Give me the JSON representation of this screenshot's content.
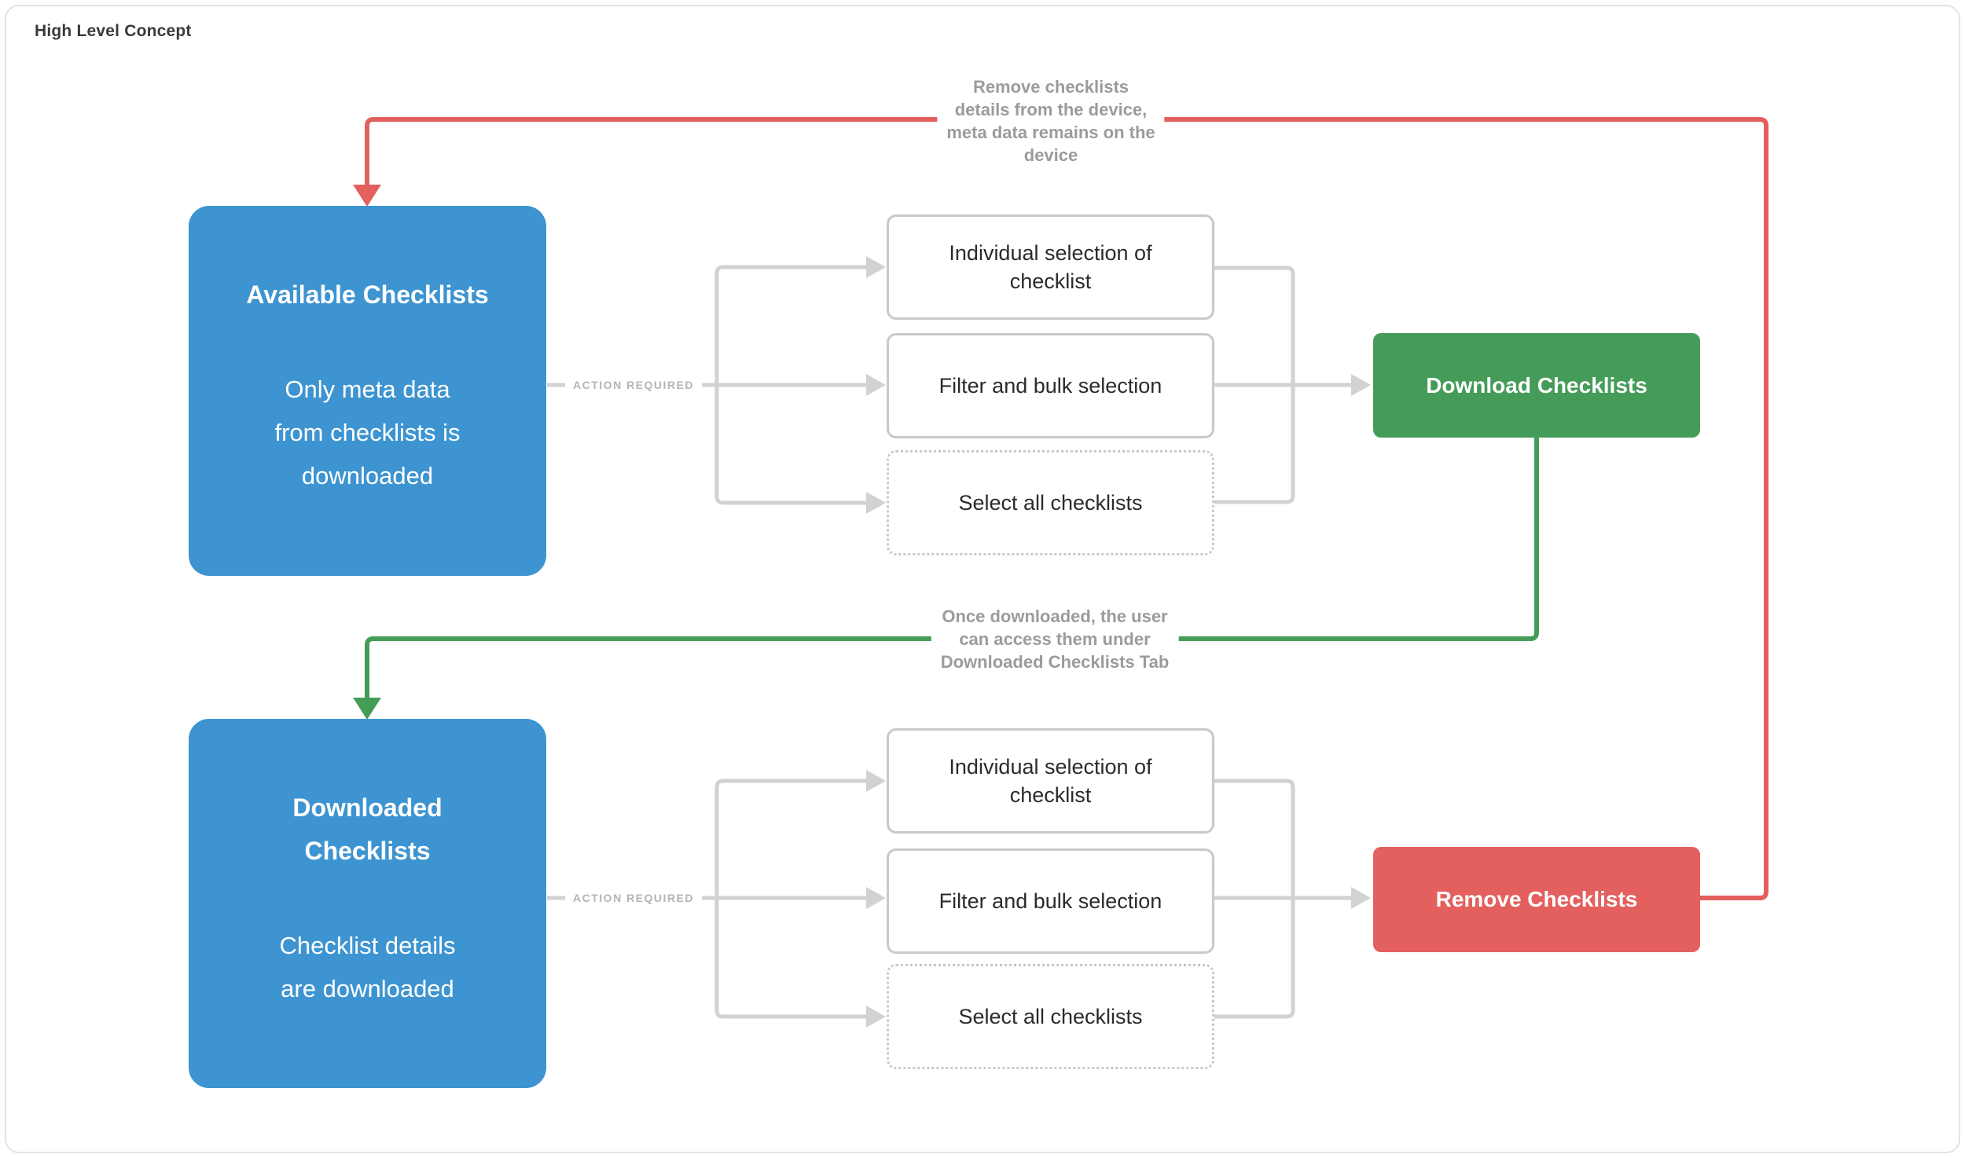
{
  "colors": {
    "blue": "#3d94d1",
    "green": "#459c58",
    "green-line": "#449d57",
    "red": "#e3605e",
    "gray-line": "#d2d2d2",
    "gray-text": "#9b9b9b",
    "label-gray": "#b4b4b4",
    "border": "#e3e3e3",
    "box-border": "#c9c9c9"
  },
  "header": {
    "title": "High Level Concept"
  },
  "annotations": {
    "remove": {
      "lines": [
        "Remove checklists",
        "details from the device,",
        "meta data remains on the",
        "device"
      ]
    },
    "download": {
      "lines": [
        "Once downloaded, the user",
        "can access them under",
        "Downloaded Checklists Tab"
      ]
    }
  },
  "sections": [
    {
      "name": "available",
      "source": {
        "title_lines": [
          "Available Checklists"
        ],
        "desc_lines": [
          "Only meta data",
          "from checklists is",
          "downloaded"
        ]
      },
      "connector_label": "ACTION REQUIRED",
      "options": [
        {
          "label_lines": [
            "Individual selection of",
            "checklist"
          ],
          "style": "solid"
        },
        {
          "label_lines": [
            "Filter and bulk selection"
          ],
          "style": "solid"
        },
        {
          "label_lines": [
            "Select all checklists"
          ],
          "style": "dotted"
        }
      ],
      "action": {
        "label": "Download Checklists",
        "color": "green"
      }
    },
    {
      "name": "downloaded",
      "source": {
        "title_lines": [
          "Downloaded",
          "Checklists"
        ],
        "desc_lines": [
          "Checklist details",
          "are downloaded"
        ]
      },
      "connector_label": "ACTION REQUIRED",
      "options": [
        {
          "label_lines": [
            "Individual selection of",
            "checklist"
          ],
          "style": "solid"
        },
        {
          "label_lines": [
            "Filter and bulk selection"
          ],
          "style": "solid"
        },
        {
          "label_lines": [
            "Select all checklists"
          ],
          "style": "dotted"
        }
      ],
      "action": {
        "label": "Remove Checklists",
        "color": "red"
      }
    }
  ]
}
